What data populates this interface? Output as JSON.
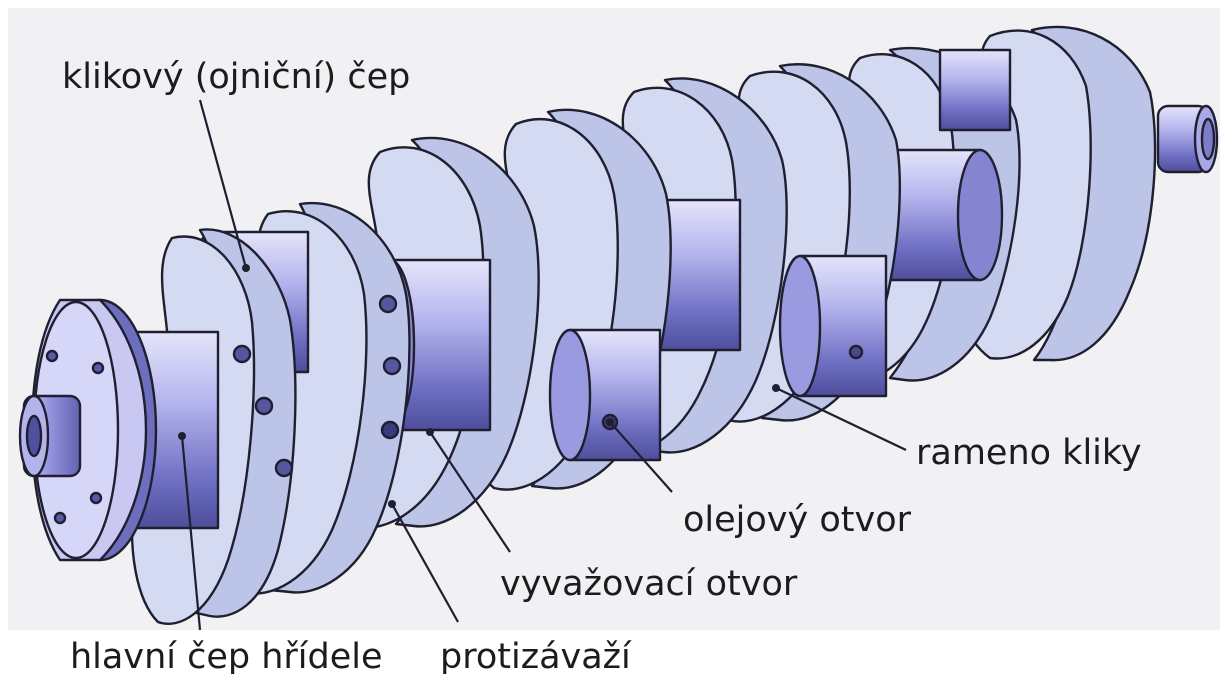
{
  "labels": {
    "crankpin": "klikový (ojniční) čep",
    "main_journal": "hlavní čep hřídele",
    "counterweight": "protizávaží",
    "balance_hole": "vyvažovací otvor",
    "oil_hole": "olejový otvor",
    "crank_web": "rameno kliky"
  },
  "colors": {
    "background": "#ffffff",
    "panel": "#f1f1f3",
    "web_face": "#d4daf2",
    "web_side": "#bcc4e8",
    "journal_light": "#d6d6f8",
    "journal_dark": "#5d5dad",
    "outline": "#1f1f30"
  }
}
